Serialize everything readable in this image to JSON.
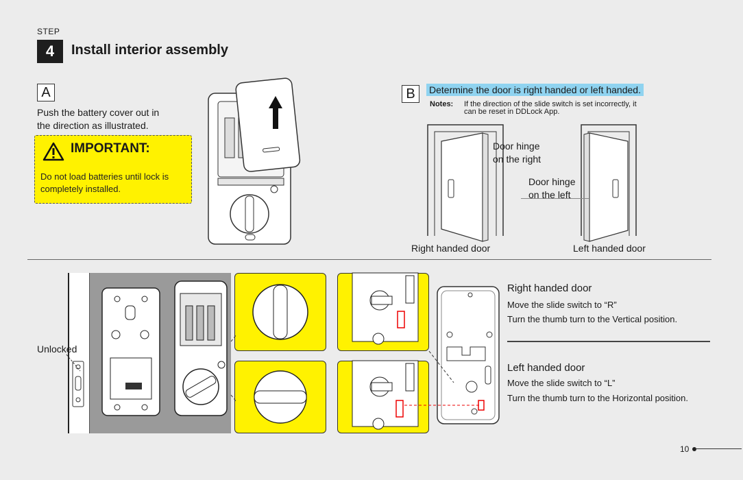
{
  "header": {
    "step_label": "STEP",
    "step_number": "4",
    "title": "Install interior assembly"
  },
  "section_a": {
    "letter": "A",
    "instruction_line1": "Push the battery cover out in",
    "instruction_line2": "the direction as illustrated.",
    "important": {
      "heading": "IMPORTANT:",
      "text_line1": "Do not load batteries until lock is",
      "text_line2": "completely installed.",
      "background_color": "#fff200"
    }
  },
  "section_b": {
    "letter": "B",
    "heading": "Determine the door is right handed or left handed.",
    "heading_highlight": "#8fd3f0",
    "notes_label": "Notes:",
    "notes_line1": "If the direction of the slide switch is set incorrectly, it",
    "notes_line2": "can be reset in DDLock App.",
    "right_hinge_line1": "Door hinge",
    "right_hinge_line2": "on the right",
    "left_hinge_line1": "Door hinge",
    "left_hinge_line2": "on the left",
    "right_door_caption": "Right handed door",
    "left_door_caption": "Left handed door"
  },
  "bottom": {
    "unlocked_label": "Unlocked",
    "right_handed": {
      "title": "Right handed door",
      "line1": "Move the slide switch to “R”",
      "line2": "Turn the thumb turn to the Vertical position."
    },
    "left_handed": {
      "title": "Left handed door",
      "line1": "Move the slide switch to “L”",
      "line2": "Turn the thumb turn to the Horizontal position."
    },
    "highlight_color": "#fff200"
  },
  "footer": {
    "page_number": "10"
  }
}
